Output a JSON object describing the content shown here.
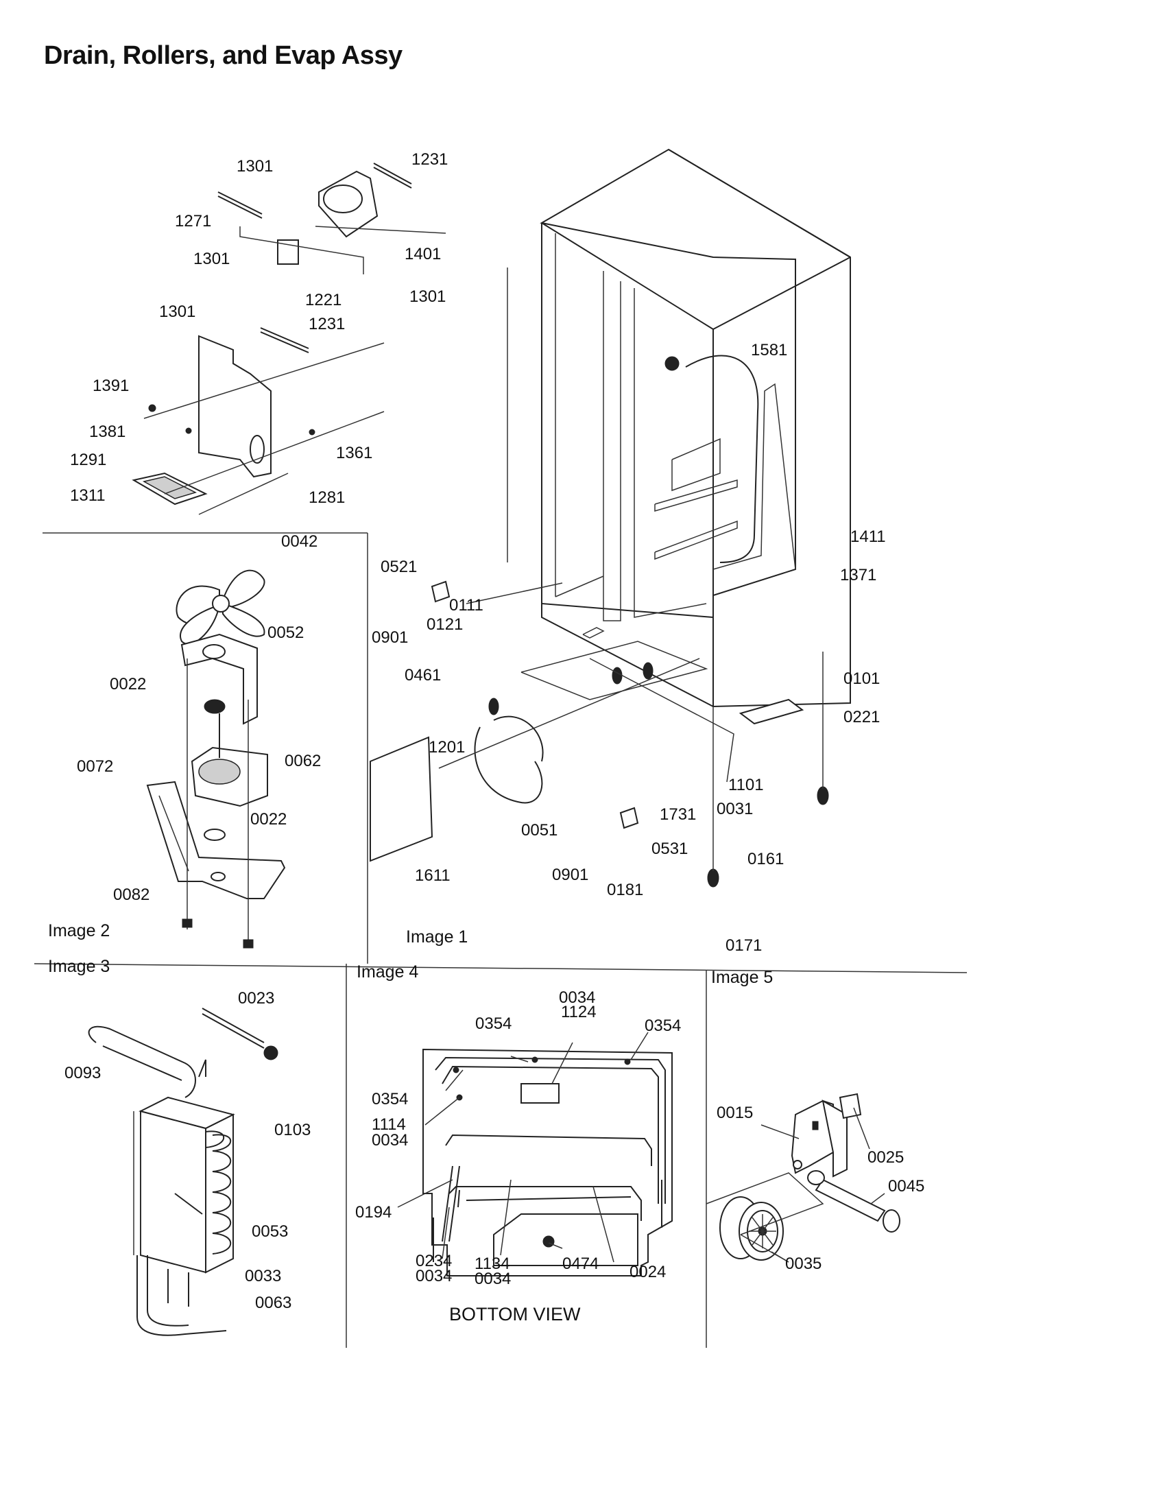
{
  "title": "Drain, Rollers, and Evap Assy",
  "images": {
    "image1": {
      "caption": "Image 1",
      "labels": [
        "1301",
        "1231",
        "1271",
        "1401",
        "1301",
        "1221",
        "1301",
        "1301",
        "1231",
        "1391",
        "1381",
        "1361",
        "1291",
        "1311",
        "1281",
        "1581",
        "1411",
        "1371",
        "0521",
        "0111",
        "0901",
        "0121",
        "0461",
        "0101",
        "0221",
        "1201",
        "1101",
        "0031",
        "1731",
        "0051",
        "0531",
        "1611",
        "0901",
        "0181",
        "0161",
        "0171"
      ]
    },
    "image2": {
      "caption": "Image 2",
      "labels": [
        "0042",
        "0052",
        "0022",
        "0072",
        "0062",
        "0022",
        "0082"
      ]
    },
    "image3": {
      "caption": "Image 3",
      "labels": [
        "0023",
        "0093",
        "0103",
        "0053",
        "0033",
        "0063"
      ]
    },
    "image4": {
      "caption": "Image 4",
      "view": "BOTTOM VIEW",
      "labels": [
        "0034",
        "1124",
        "0354",
        "0354",
        "0354",
        "1114",
        "0034",
        "0194",
        "0234",
        "0034",
        "1134",
        "0034",
        "0474",
        "0024"
      ]
    },
    "image5": {
      "caption": "Image 5",
      "labels": [
        "0015",
        "0025",
        "0045",
        "0035"
      ]
    }
  }
}
